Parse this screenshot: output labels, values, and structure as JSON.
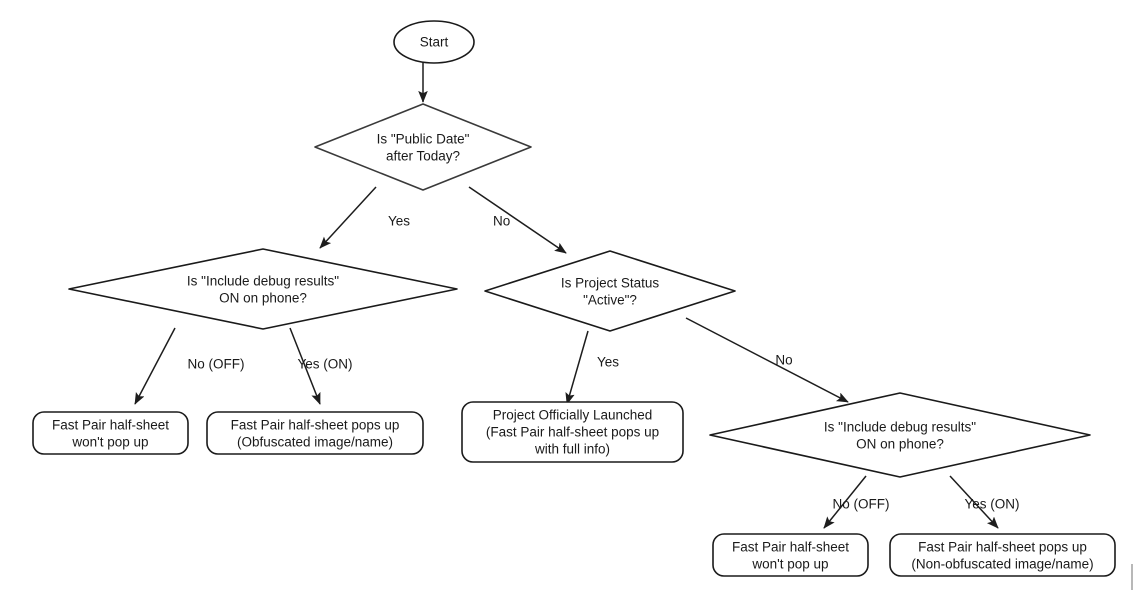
{
  "diagram": {
    "type": "flowchart",
    "title": "Fast Pair half-sheet visibility decision flow",
    "stroke_color": "#1d1d1d",
    "node_stroke_color": "#3a3a3a",
    "fill_color": "#ffffff",
    "text_color": "#1a1a1a"
  },
  "nodes": {
    "start": {
      "shape": "ellipse",
      "label": "Start"
    },
    "decision_public_date": {
      "shape": "diamond",
      "line1": "Is \"Public Date\"",
      "line2": "after Today?"
    },
    "decision_debug_left": {
      "shape": "diamond",
      "line1": "Is \"Include debug results\"",
      "line2": "ON on phone?"
    },
    "decision_project_status": {
      "shape": "diamond",
      "line1": "Is Project Status",
      "line2": "\"Active\"?"
    },
    "decision_debug_right": {
      "shape": "diamond",
      "line1": "Is \"Include debug results\"",
      "line2": "ON on phone?"
    },
    "terminal_left_no": {
      "shape": "rounded-rect",
      "line1": "Fast Pair half-sheet",
      "line2": "won't pop up"
    },
    "terminal_left_yes": {
      "shape": "rounded-rect",
      "line1": "Fast Pair half-sheet pops up",
      "line2": "(Obfuscated image/name)"
    },
    "terminal_launched": {
      "shape": "rounded-rect",
      "line1": "Project Officially Launched",
      "line2": "(Fast Pair half-sheet pops up",
      "line3": "with full info)"
    },
    "terminal_right_no": {
      "shape": "rounded-rect",
      "line1": "Fast Pair half-sheet",
      "line2": "won't pop up"
    },
    "terminal_right_yes": {
      "shape": "rounded-rect",
      "line1": "Fast Pair half-sheet pops up",
      "line2": "(Non-obfuscated image/name)"
    }
  },
  "edges": {
    "public_date_yes": "Yes",
    "public_date_no": "No",
    "debug_left_no": "No (OFF)",
    "debug_left_yes": "Yes (ON)",
    "project_status_yes": "Yes",
    "project_status_no": "No",
    "debug_right_no": "No (OFF)",
    "debug_right_yes": "Yes (ON)"
  }
}
